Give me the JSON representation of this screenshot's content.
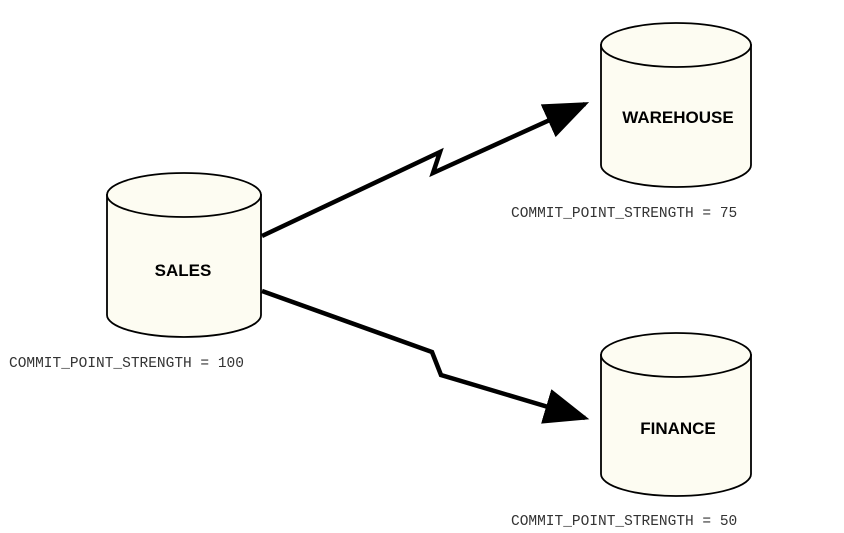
{
  "databases": {
    "sales": {
      "name": "SALES",
      "commit_point_strength": "COMMIT_POINT_STRENGTH = 100"
    },
    "warehouse": {
      "name": "WAREHOUSE",
      "commit_point_strength": "COMMIT_POINT_STRENGTH = 75"
    },
    "finance": {
      "name": "FINANCE",
      "commit_point_strength": "COMMIT_POINT_STRENGTH = 50"
    }
  },
  "colors": {
    "cylinder_fill": "#fdfcf2",
    "stroke": "#000000"
  }
}
